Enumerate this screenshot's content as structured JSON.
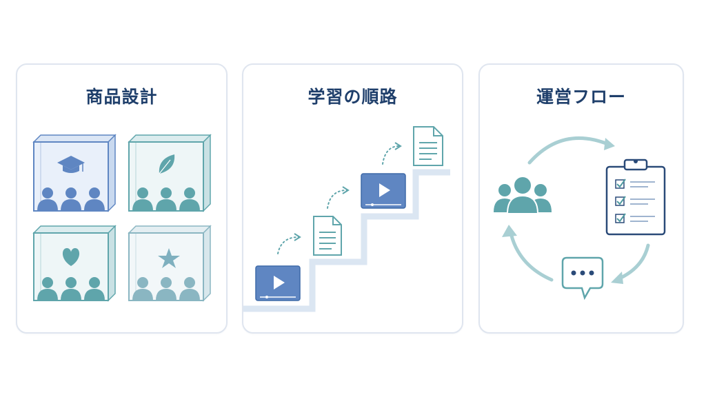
{
  "panels": [
    {
      "title": "商品設計"
    },
    {
      "title": "学習の順路"
    },
    {
      "title": "運営フロー"
    }
  ],
  "colors": {
    "border": "#dfe5ef",
    "title": "#1f3f6b",
    "blue": "#5f86c2",
    "teal": "#5fa5ab",
    "light_teal": "#a9cfd3",
    "navy": "#2a4a78",
    "check": "#4f9aa0"
  },
  "icons": {
    "panel_1": [
      "graduation-cap-icon",
      "leaf-icon",
      "heart-icon",
      "star-icon",
      "people-group-icon"
    ],
    "panel_2": [
      "video-play-icon",
      "document-icon",
      "dotted-arrow-icon",
      "staircase"
    ],
    "panel_3": [
      "people-group-icon",
      "clipboard-checklist-icon",
      "chat-bubble-icon",
      "cycle-arrow-icon"
    ]
  }
}
